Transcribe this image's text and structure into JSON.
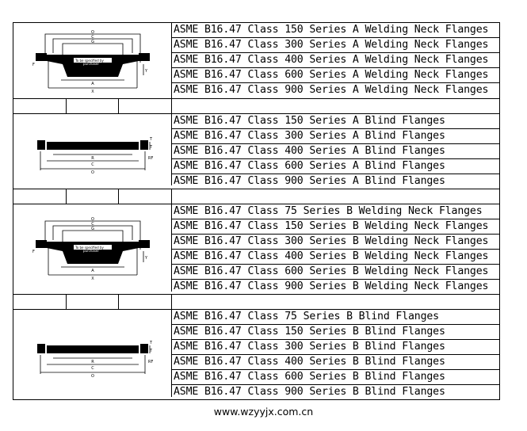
{
  "groups": [
    {
      "diagram": "welding-neck-flange-diagram",
      "items": [
        "ASME B16.47 Class 150 Series A Welding Neck Flanges",
        "ASME B16.47 Class 300 Series A Welding Neck Flanges",
        "ASME B16.47 Class 400 Series A Welding Neck Flanges",
        "ASME B16.47 Class 600 Series A Welding Neck Flanges",
        "ASME B16.47 Class 900 Series A Welding Neck Flanges"
      ]
    },
    {
      "diagram": "blind-flange-diagram",
      "items": [
        "ASME B16.47 Class 150 Series A Blind Flanges",
        "ASME B16.47 Class 300 Series A Blind Flanges",
        "ASME B16.47 Class 400 Series A Blind Flanges",
        "ASME B16.47 Class 600 Series A Blind Flanges",
        "ASME B16.47 Class 900 Series A Blind Flanges"
      ]
    },
    {
      "diagram": "welding-neck-flange-diagram",
      "items": [
        "ASME B16.47 Class 75 Series B Welding Neck Flanges",
        "ASME B16.47 Class 150 Series B Welding Neck Flanges",
        "ASME B16.47 Class 300 Series B Welding Neck Flanges",
        "ASME B16.47 Class 400 Series B Welding Neck Flanges",
        "ASME B16.47 Class 600 Series B Welding Neck Flanges",
        "ASME B16.47 Class 900 Series B Welding Neck Flanges"
      ]
    },
    {
      "diagram": "blind-flange-diagram",
      "items": [
        "ASME B16.47 Class 75 Series B Blind Flanges",
        "ASME B16.47 Class 150 Series B Blind Flanges",
        "ASME B16.47 Class 300 Series B Blind Flanges",
        "ASME B16.47 Class 400 Series B Blind Flanges",
        "ASME B16.47 Class 600 Series B Blind Flanges",
        "ASME B16.47 Class 900 Series B Blind Flanges"
      ]
    }
  ],
  "footer": "www.wzyyjx.com.cn"
}
